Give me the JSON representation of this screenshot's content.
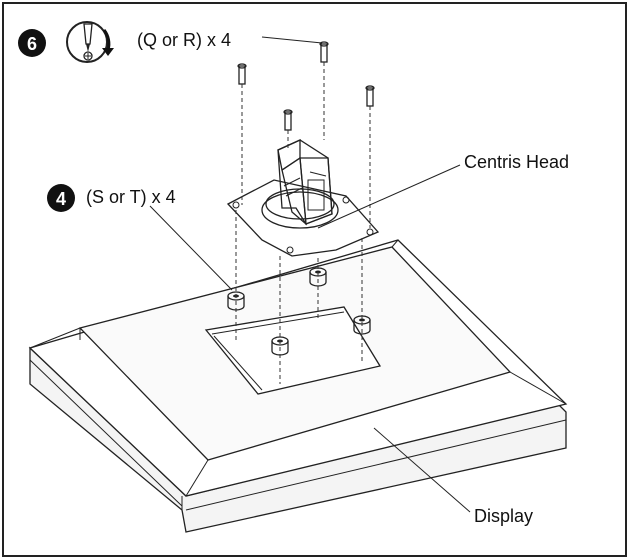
{
  "steps": [
    {
      "number": "6",
      "text": "(Q or R) x 4",
      "icon": "screwdriver-rotate-icon"
    },
    {
      "number": "4",
      "text": "(S or T) x 4"
    }
  ],
  "callouts": {
    "head": "Centris Head",
    "display": "Display"
  }
}
